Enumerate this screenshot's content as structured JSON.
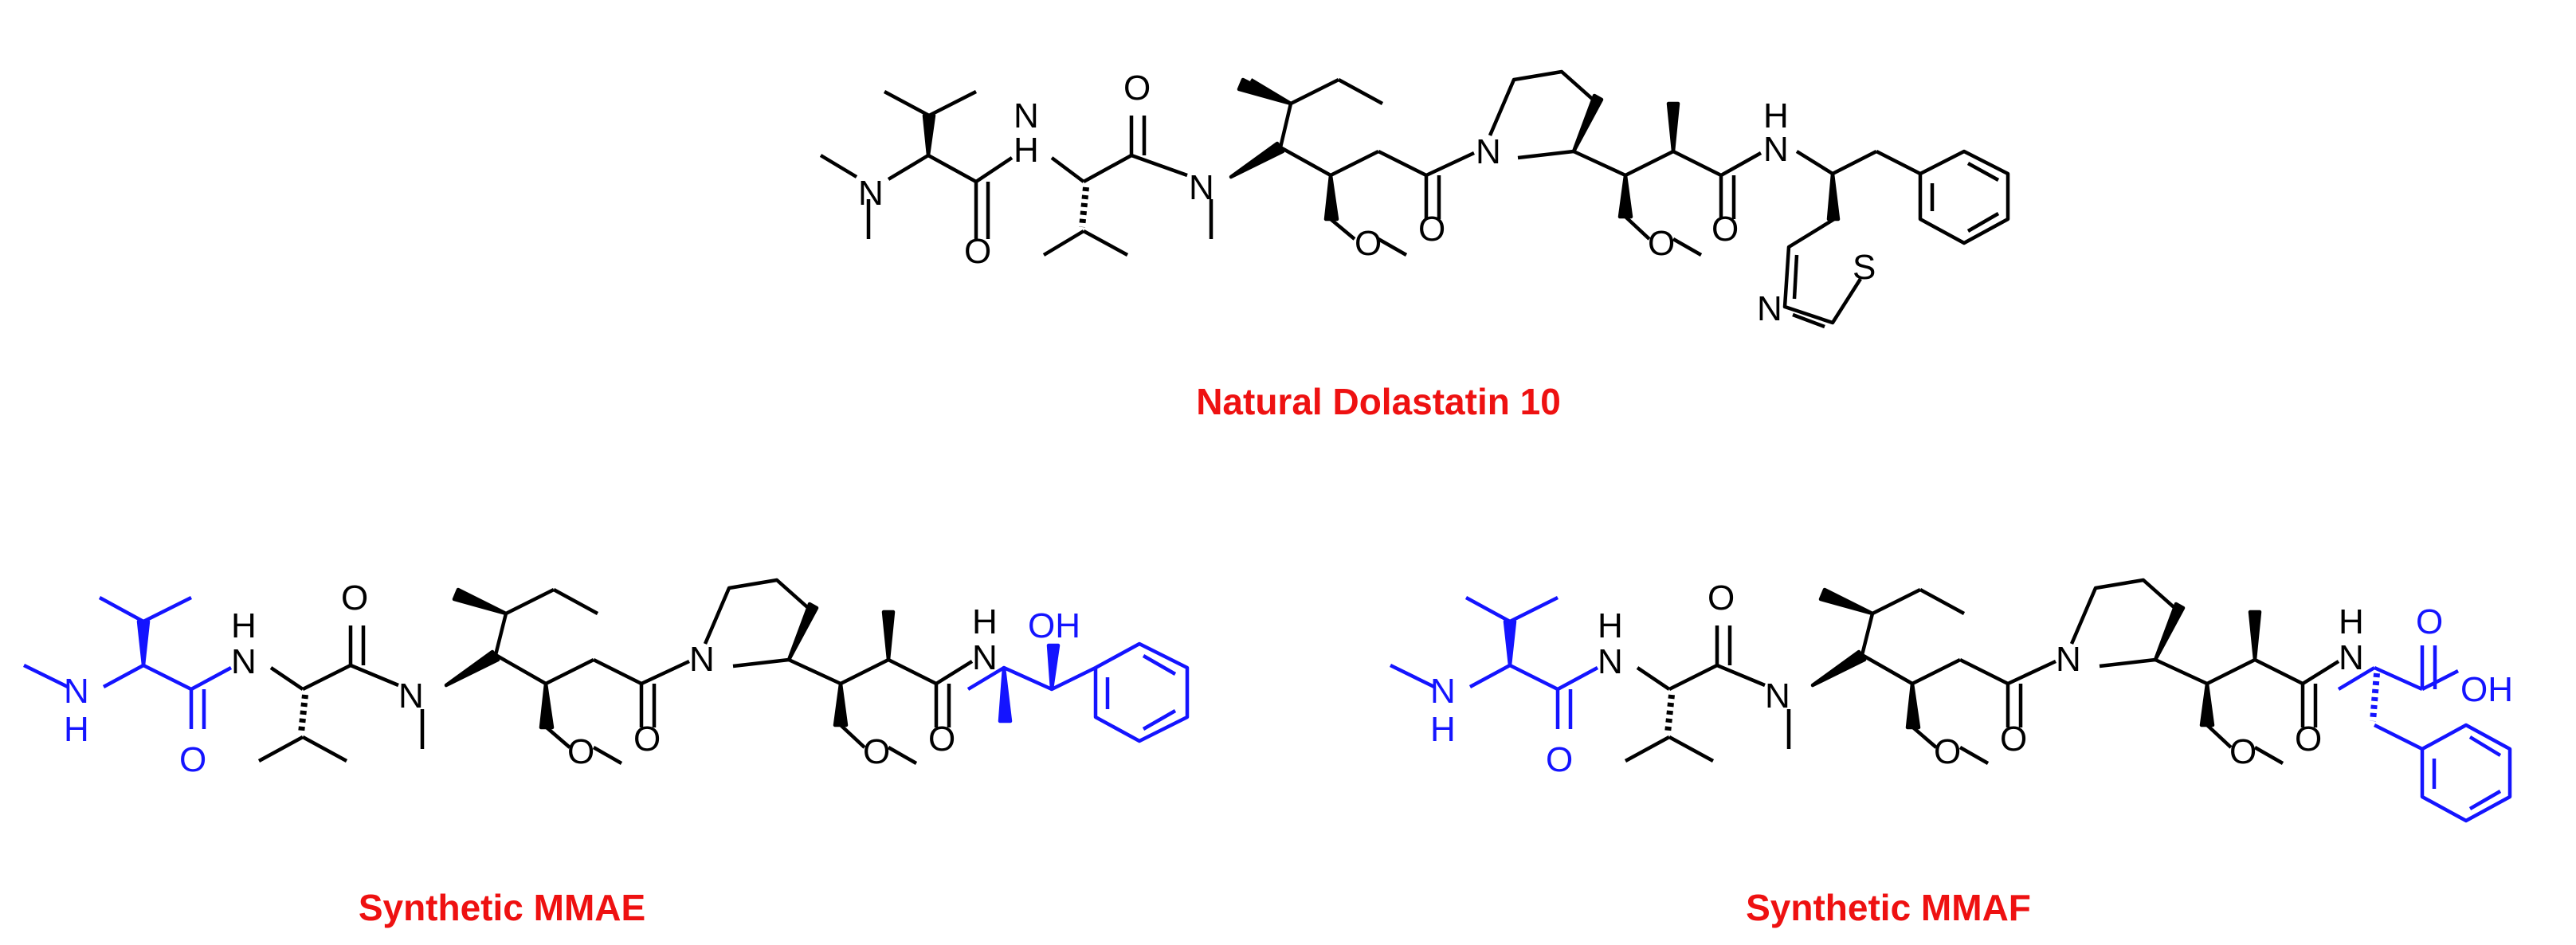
{
  "colors": {
    "black": "#000000",
    "blue": "#1414ff",
    "red": "#ee1111"
  },
  "captions": {
    "dolastatin": "Natural Dolastatin 10",
    "mmae": "Synthetic MMAE",
    "mmaf": "Synthetic MMAF"
  },
  "atoms": {
    "N": "N",
    "NH_top": "N",
    "H": "H",
    "O": "O",
    "OH": "OH",
    "S": "S"
  }
}
